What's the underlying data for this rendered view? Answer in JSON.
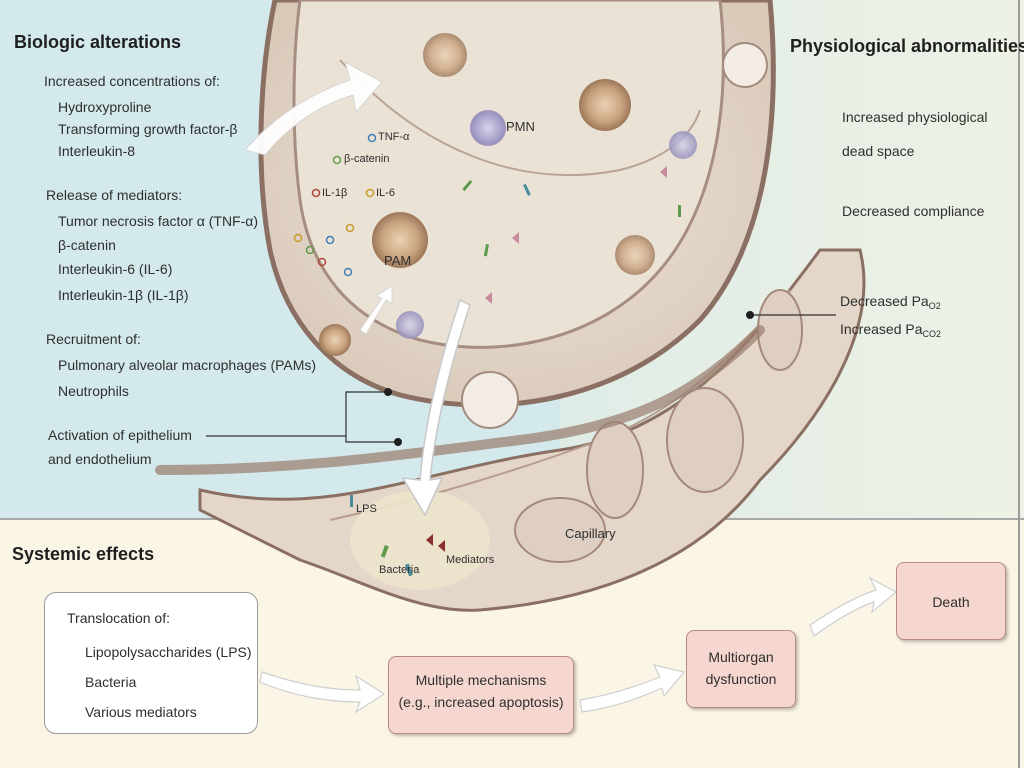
{
  "headers": {
    "biologic": "Biologic alterations",
    "physiological": "Physiological abnormalities",
    "systemic": "Systemic effects"
  },
  "biologic": {
    "concentrations_heading": "Increased concentrations of:",
    "concentrations": [
      "Hydroxyproline",
      "Transforming growth factor-β",
      "Interleukin-8"
    ],
    "mediators_heading": "Release of mediators:",
    "mediators": [
      "Tumor necrosis factor α (TNF-α)",
      "β-catenin",
      "Interleukin-6 (IL-6)",
      "Interleukin-1β (IL-1β)"
    ],
    "recruitment_heading": "Recruitment of:",
    "recruitment": [
      "Pulmonary alveolar macrophages (PAMs)",
      "Neutrophils"
    ],
    "activation_line1": "Activation of epithelium",
    "activation_line2": "and endothelium"
  },
  "physiological": {
    "item1_line1": "Increased physiological",
    "item1_line2": "dead space",
    "item2": "Decreased compliance",
    "pao2_prefix": "Decreased Pa",
    "pao2_sub": "O",
    "pao2_subnum": "2",
    "paco2_prefix": "Increased Pa",
    "paco2_sub": "CO",
    "paco2_subnum": "2"
  },
  "figure_labels": {
    "tnf": "TNF-α",
    "catenin": "β-catenin",
    "il1": "IL-1β",
    "il6": "IL-6",
    "pmn": "PMN",
    "pam": "PAM",
    "lps": "LPS",
    "bacteria": "Bacteria",
    "mediators": "Mediators",
    "capillary": "Capillary"
  },
  "systemic": {
    "translocation_heading": "Translocation of:",
    "translocation": [
      "Lipopolysaccharides (LPS)",
      "Bacteria",
      "Various mediators"
    ],
    "mechanisms_line1": "Multiple mechanisms",
    "mechanisms_line2": "(e.g., increased apoptosis)",
    "multiorgan_line1": "Multiorgan",
    "multiorgan_line2": "dysfunction",
    "death": "Death"
  },
  "colors": {
    "top_left_bg": "#d3e9ec",
    "top_right_bg": "#e6efe6",
    "bottom_bg": "#fbf5e6",
    "tissue": "#e7dbcf",
    "box_fill": "#f6d7cf"
  }
}
